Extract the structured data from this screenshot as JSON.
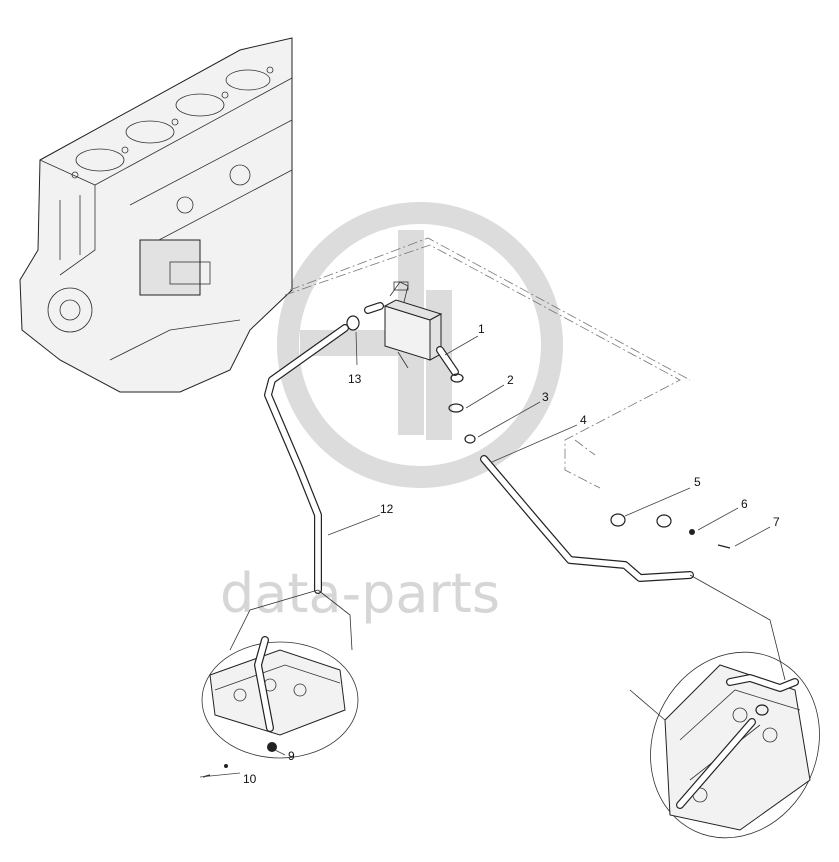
{
  "watermark": {
    "text": "data-parts",
    "color": "#d6d6d6"
  },
  "callouts": [
    {
      "id": "1",
      "label": "1"
    },
    {
      "id": "2",
      "label": "2"
    },
    {
      "id": "3",
      "label": "3"
    },
    {
      "id": "4",
      "label": "4"
    },
    {
      "id": "5",
      "label": "5"
    },
    {
      "id": "6",
      "label": "6"
    },
    {
      "id": "7",
      "label": "7"
    },
    {
      "id": "9",
      "label": "9"
    },
    {
      "id": "10",
      "label": "10"
    },
    {
      "id": "12",
      "label": "12"
    },
    {
      "id": "13",
      "label": "13"
    }
  ]
}
